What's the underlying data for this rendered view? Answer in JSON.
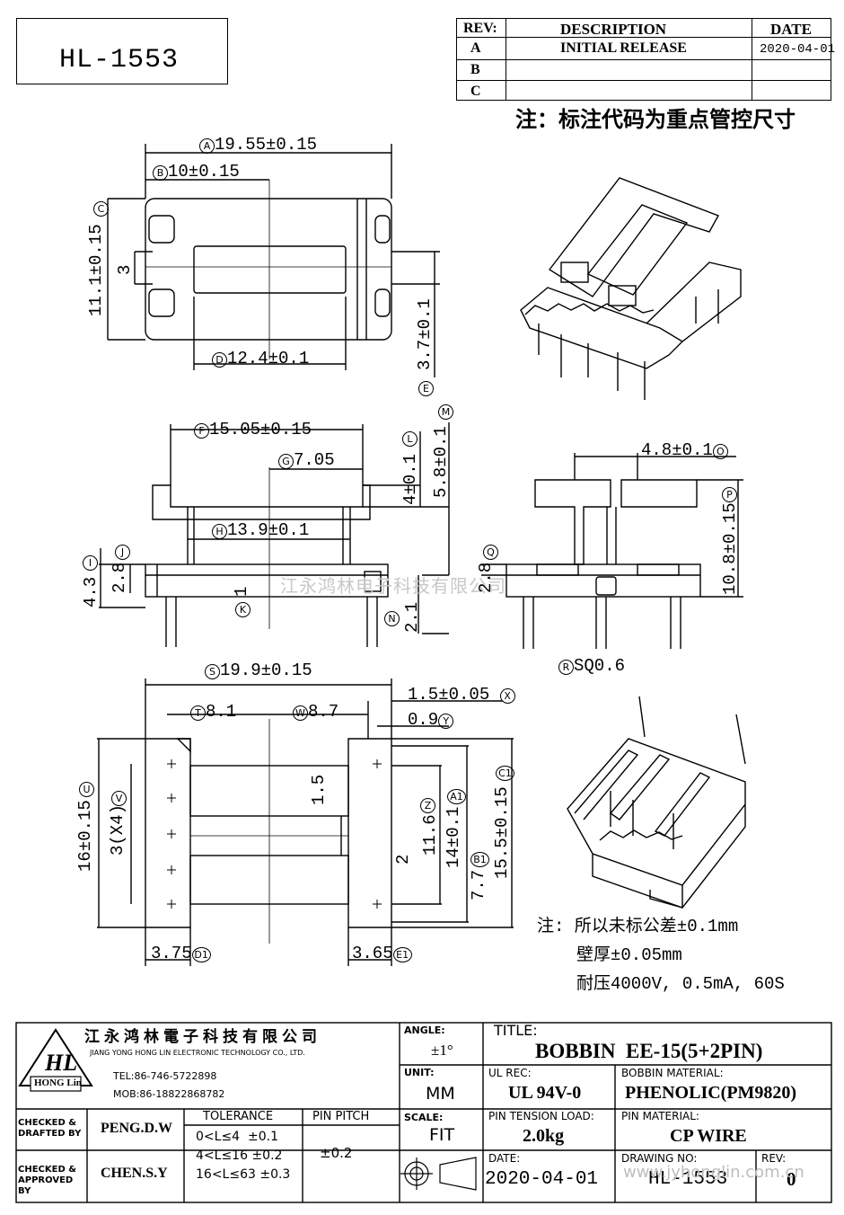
{
  "part_number": "HL-1553",
  "revision_table": {
    "headers": [
      "REV:",
      "DESCRIPTION",
      "DATE"
    ],
    "rows": [
      {
        "rev": "A",
        "description": "INITIAL RELEASE",
        "date": "2020-04-01"
      },
      {
        "rev": "B",
        "description": "",
        "date": ""
      },
      {
        "rev": "C",
        "description": "",
        "date": ""
      }
    ]
  },
  "key_note": "注：标注代码为重点管控尺寸",
  "watermark": "江永鸿林电子科技有限公司",
  "dimensions": {
    "A": "19.55±0.15",
    "B": "10±0.15",
    "C": "11.1±0.15",
    "C_inner": "3",
    "D": "12.4±0.1",
    "E": "3.7±0.1",
    "F": "15.05±0.15",
    "G": "7.05",
    "H": "13.9±0.1",
    "I": "4.3",
    "J": "2.8",
    "K": "1",
    "L": "4±0.1",
    "M": "5.8±0.1",
    "N": "2.1",
    "O": "4.8±0.1",
    "P": "10.8±0.15",
    "Q": "2.8",
    "R": "SQ0.6",
    "S": "19.9±0.15",
    "T": "8.1",
    "W": "8.7",
    "X": "1.5±0.05",
    "Y": "0.9",
    "U": "16±0.15",
    "V": "3(X4)",
    "Z": "11.6",
    "A1": "14±0.1",
    "B1": "7.7",
    "C1": "15.5±0.15",
    "D1": "3.75",
    "E1": "3.65",
    "gap_1_5": "1.5",
    "gap_2": "2"
  },
  "dim_codes": {
    "A": "A",
    "B": "B",
    "C": "C",
    "D": "D",
    "E": "E",
    "F": "F",
    "G": "G",
    "H": "H",
    "I": "I",
    "J": "J",
    "K": "K",
    "L": "L",
    "M": "M",
    "N": "N",
    "O": "O",
    "P": "P",
    "Q": "Q",
    "R": "R",
    "S": "S",
    "T": "T",
    "W": "W",
    "X": "X",
    "Y": "Y",
    "U": "U",
    "V": "V",
    "Z": "Z",
    "A1": "A1",
    "B1": "B1",
    "C1": "C1",
    "D1": "D1",
    "E1": "E1"
  },
  "notes": {
    "line1": "注: 所以未标公差±0.1mm",
    "line2": "壁厚±0.05mm",
    "line3": "耐压4000V, 0.5mA, 60S"
  },
  "title_block": {
    "company_cn": "江永鸿林電子科技有限公司",
    "company_en": "JIANG YONG HONG LIN ELECTRONIC TECHNOLOGY CO., LTD.",
    "logo_text": "HL",
    "logo_sub": "HONG Lin",
    "tel": "TEL:86-746-5722898",
    "mob": "MOB:86-18822868782",
    "angle_label": "ANGLE:",
    "angle_value": "±1°",
    "title_label": "TITLE:",
    "title_value": "BOBBIN  EE-15(5+2PIN)",
    "unit_label": "UNIT:",
    "unit_value": "MM",
    "ul_label": "UL REC:",
    "ul_value": "UL 94V-0",
    "material_label": "BOBBIN MATERIAL:",
    "material_value": "PHENOLIC(PM9820)",
    "checked_drafted_label": "CHECKED & DRAFTED BY",
    "checked_drafted_value": "PENG.D.W",
    "tolerance_label": "TOLERANCE",
    "tolerance_rows": [
      "0<L≤4  ±0.1",
      "4<L≤16 ±0.2",
      "16<L≤63 ±0.3"
    ],
    "pin_pitch_label": "PIN PITCH",
    "pin_pitch_value": "±0.2",
    "scale_label": "SCALE:",
    "scale_value": "FIT",
    "pin_tension_label": "PIN TENSION LOAD:",
    "pin_tension_value": "2.0kg",
    "pin_material_label": "PIN MATERIAL:",
    "pin_material_value": "CP WIRE",
    "checked_approved_label": "CHECKED & APPROVED BY",
    "checked_approved_value": "CHEN.S.Y",
    "date_label": "DATE:",
    "date_value": "2020-04-01",
    "drawing_no_label": "DRAWING NO:",
    "drawing_no_value": "HL-1553",
    "rev_label": "REV:",
    "rev_value": "0",
    "url_watermark": "www.jyhonglin.com.cn"
  }
}
